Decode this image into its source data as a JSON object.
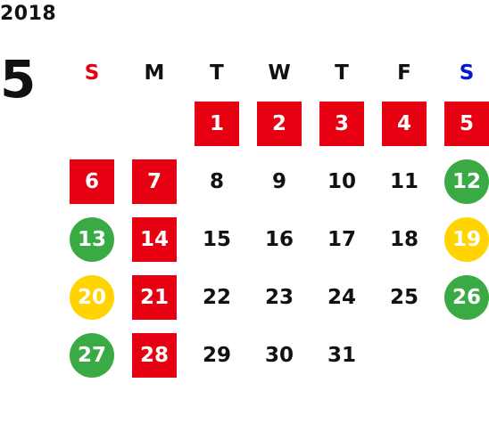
{
  "calendar": {
    "year": "2018",
    "month": "5",
    "colors": {
      "text": "#111111",
      "sunday_label": "#e60012",
      "saturday_label": "#0018d8",
      "red_fill": "#e60012",
      "green_fill": "#3aaa45",
      "yellow_fill": "#ffd400",
      "filled_text": "#ffffff"
    },
    "weekdays": [
      {
        "label": "S",
        "color": "#e60012"
      },
      {
        "label": "M",
        "color": "#111111"
      },
      {
        "label": "T",
        "color": "#111111"
      },
      {
        "label": "W",
        "color": "#111111"
      },
      {
        "label": "T",
        "color": "#111111"
      },
      {
        "label": "F",
        "color": "#111111"
      },
      {
        "label": "S",
        "color": "#0018d8"
      }
    ],
    "first_weekday": 2,
    "days": [
      {
        "day": "1",
        "mark": "red"
      },
      {
        "day": "2",
        "mark": "red"
      },
      {
        "day": "3",
        "mark": "red"
      },
      {
        "day": "4",
        "mark": "red"
      },
      {
        "day": "5",
        "mark": "red"
      },
      {
        "day": "6",
        "mark": "red"
      },
      {
        "day": "7",
        "mark": "red"
      },
      {
        "day": "8",
        "mark": "none"
      },
      {
        "day": "9",
        "mark": "none"
      },
      {
        "day": "10",
        "mark": "none"
      },
      {
        "day": "11",
        "mark": "none"
      },
      {
        "day": "12",
        "mark": "green"
      },
      {
        "day": "13",
        "mark": "green"
      },
      {
        "day": "14",
        "mark": "red"
      },
      {
        "day": "15",
        "mark": "none"
      },
      {
        "day": "16",
        "mark": "none"
      },
      {
        "day": "17",
        "mark": "none"
      },
      {
        "day": "18",
        "mark": "none"
      },
      {
        "day": "19",
        "mark": "yellow"
      },
      {
        "day": "20",
        "mark": "yellow"
      },
      {
        "day": "21",
        "mark": "red"
      },
      {
        "day": "22",
        "mark": "none"
      },
      {
        "day": "23",
        "mark": "none"
      },
      {
        "day": "24",
        "mark": "none"
      },
      {
        "day": "25",
        "mark": "none"
      },
      {
        "day": "26",
        "mark": "green"
      },
      {
        "day": "27",
        "mark": "green"
      },
      {
        "day": "28",
        "mark": "red"
      },
      {
        "day": "29",
        "mark": "none"
      },
      {
        "day": "30",
        "mark": "none"
      },
      {
        "day": "31",
        "mark": "none"
      }
    ]
  }
}
